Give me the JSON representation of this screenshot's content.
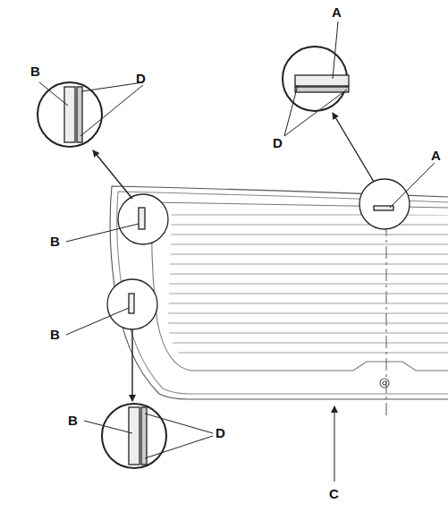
{
  "diagram": {
    "labels": [
      "B",
      "D",
      "A",
      "D",
      "A",
      "B",
      "B",
      "B",
      "D",
      "C"
    ]
  }
}
